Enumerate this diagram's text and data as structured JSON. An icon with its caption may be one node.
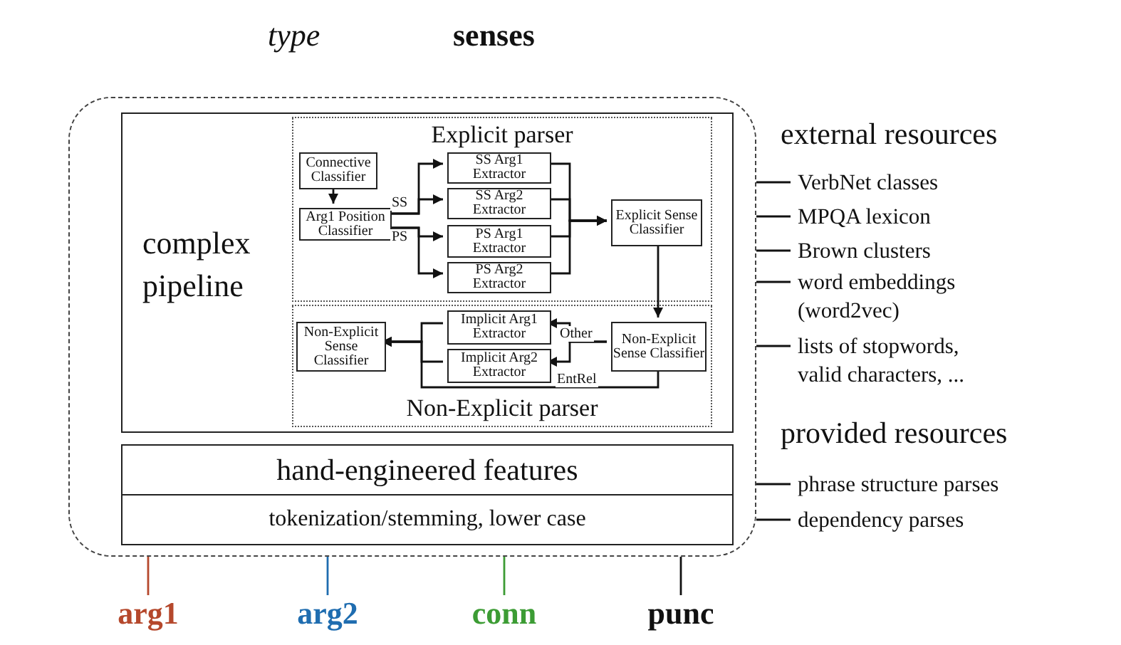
{
  "diagram": {
    "nodes": [
      {
        "text": [],
        "shape": "box"
      },
      {
        "text": [
          "complex pipeline"
        ],
        "in": 0
      },
      {
        "text": [
          "Explicit parser"
        ],
        "in": 1
      },
      {
        "text": [
          "Connective Classifier"
        ],
        "in": 2
      },
      {
        "text": [
          "Arg1 Position Classifier"
        ],
        "in": 2
      },
      {
        "text": [
          "SS Arg1 Extractor"
        ],
        "in": 2
      },
      {
        "text": [
          "SS Arg2 Extractor"
        ],
        "in": 2
      },
      {
        "text": [
          "PS Arg1 Extractor"
        ],
        "in": 2
      },
      {
        "text": [
          "PS Arg2 Extractor"
        ],
        "in": 2
      },
      {
        "text": [
          "Explicit Sense Classifier"
        ],
        "in": 2
      },
      {
        "text": [
          "Non-Explicit parser"
        ],
        "in": 1
      },
      {
        "text": [
          "Non-Explicit Sense Classifier"
        ],
        "in": 10
      },
      {
        "text": [
          "Implicit Arg1 Extractor"
        ],
        "in": 10
      },
      {
        "text": [
          "Implicit Arg2 Extractor"
        ],
        "in": 10
      },
      {
        "text": [
          "Non-Explicit Sense Classifier"
        ],
        "in": 10
      },
      {
        "text": [
          "hand-engineered features"
        ],
        "in": 0
      },
      {
        "text": [
          "tokenization/stemming, lower case"
        ],
        "in": 0
      },
      {
        "text": [
          "VerbNet classes"
        ]
      },
      {
        "text": [
          "MPQA lexicon"
        ]
      },
      {
        "text": [
          "Brown clusters"
        ]
      },
      {
        "text": [
          "word embeddings (word2vec)"
        ]
      },
      {
        "text": [
          "lists of stopwords, valid characters, ..."
        ]
      },
      {
        "text": [
          "phrase structure parses"
        ]
      },
      {
        "text": [
          "dependency parses"
        ]
      },
      {
        "text": [
          "arg1"
        ]
      },
      {
        "text": [
          "arg2"
        ]
      },
      {
        "text": [
          "conn"
        ]
      },
      {
        "text": [
          "punc"
        ]
      }
    ],
    "edges": [
      {
        "from": 3,
        "to": 4,
        "arrow": "to"
      },
      {
        "from": 4,
        "to": 5,
        "arrow": "to",
        "label": "SS"
      },
      {
        "from": 4,
        "to": 6,
        "arrow": "to"
      },
      {
        "from": 4,
        "to": 7,
        "arrow": "to",
        "label": "PS"
      },
      {
        "from": 4,
        "to": 8,
        "arrow": "to"
      },
      {
        "from": 5,
        "to": 9,
        "arrow": "to"
      },
      {
        "from": 6,
        "to": 9,
        "arrow": "to"
      },
      {
        "from": 7,
        "to": 9,
        "arrow": "to"
      },
      {
        "from": 8,
        "to": 9,
        "arrow": "to"
      },
      {
        "from": 9,
        "to": 14,
        "arrow": "to"
      },
      {
        "from": 14,
        "to": 12,
        "arrow": "to",
        "label": "Other"
      },
      {
        "from": 14,
        "to": 13,
        "arrow": "to"
      },
      {
        "from": 12,
        "to": 11,
        "arrow": "to"
      },
      {
        "from": 13,
        "to": 11,
        "arrow": "to"
      },
      {
        "from": 14,
        "to": 11,
        "arrow": "to",
        "label": "EntRel"
      },
      {
        "from": 17,
        "to": 0,
        "arrow": "none"
      },
      {
        "from": 18,
        "to": 0,
        "arrow": "none"
      },
      {
        "from": 19,
        "to": 0,
        "arrow": "none"
      },
      {
        "from": 20,
        "to": 0,
        "arrow": "none"
      },
      {
        "from": 21,
        "to": 0,
        "arrow": "none"
      },
      {
        "from": 22,
        "to": 0,
        "arrow": "none"
      },
      {
        "from": 23,
        "to": 0,
        "arrow": "none"
      },
      {
        "from": 24,
        "to": 0,
        "arrow": "none",
        "color": "#b5482c"
      },
      {
        "from": 25,
        "to": 0,
        "arrow": "none",
        "color": "#1f6db0"
      },
      {
        "from": 26,
        "to": 0,
        "arrow": "none",
        "color": "#3c9c34"
      },
      {
        "from": 27,
        "to": 0,
        "arrow": "none"
      }
    ],
    "labels": [
      "type",
      "senses",
      "external resources",
      "provided resources"
    ]
  }
}
